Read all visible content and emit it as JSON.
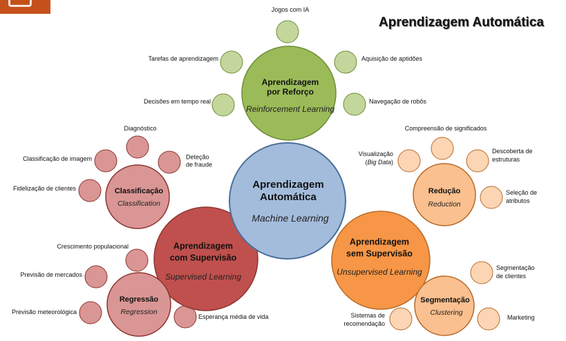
{
  "title": "Aprendizagem Automática",
  "colors": {
    "center_fill": "#a3bcdb",
    "center_stroke": "#4a6f9c",
    "reinforcement_fill": "#9bbb59",
    "reinforcement_stroke": "#6e8c36",
    "reinforcement_small": "#c3d69b",
    "supervised_fill": "#c0504d",
    "supervised_stroke": "#8c3431",
    "supervised_sub": "#d99694",
    "supervised_small": "#d99694",
    "unsupervised_fill": "#f79646",
    "unsupervised_stroke": "#b66a27",
    "unsupervised_sub": "#fac090",
    "unsupervised_small": "#fcd5b4"
  },
  "center": {
    "title": "Aprendizagem\nAutomática",
    "subtitle": "Machine Learning"
  },
  "reinforcement": {
    "title": "Aprendizagem\npor Reforço",
    "subtitle": "Reinforcement Learning",
    "items": [
      "Jogos com IA",
      "Aquisição de aptidões",
      "Navegação de robôs",
      "Decisões em tempo real",
      "Tarefas de aprendizagem"
    ]
  },
  "supervised": {
    "title": "Aprendizagem\ncom Supervisão",
    "subtitle": "Supervised Learning",
    "classification": {
      "title": "Classificação",
      "subtitle": "Classification",
      "items": [
        "Diagnóstico",
        "Deteção\nde fraude",
        "Classificação de imagem",
        "Fidelização de clientes"
      ]
    },
    "regression": {
      "title": "Regressão",
      "subtitle": "Regression",
      "items": [
        "Crescimento populacional",
        "Previsão de mercados",
        "Previsão meteorológica",
        "Esperança média de vida"
      ]
    }
  },
  "unsupervised": {
    "title": "Aprendizagem\nsem Supervisão",
    "subtitle": "Unsupervised Learning",
    "reduction": {
      "title": "Redução",
      "subtitle": "Reduction",
      "items": [
        "Compreensão de significados",
        "Visualização\n(Big Data)",
        "Descoberta de\nestruturas",
        "Seleção de\natributos"
      ]
    },
    "clustering": {
      "title": "Segmentação",
      "subtitle": "Clustering",
      "items": [
        "Segmentação\nde clientes",
        "Marketing",
        "Sistemas de\nrecomendação"
      ]
    }
  }
}
